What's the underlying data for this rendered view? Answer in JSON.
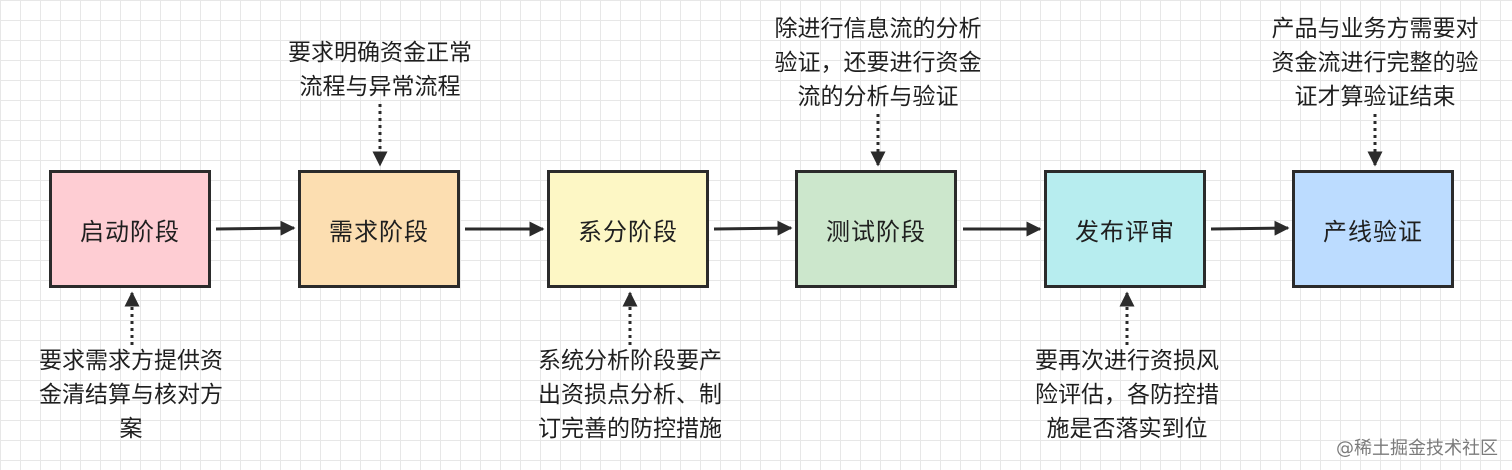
{
  "stages": [
    {
      "label": "启动阶段",
      "color": "#fecdd3"
    },
    {
      "label": "需求阶段",
      "color": "#fcdeb1"
    },
    {
      "label": "系分阶段",
      "color": "#fdf7c5"
    },
    {
      "label": "测试阶段",
      "color": "#cce7cc"
    },
    {
      "label": "发布评审",
      "color": "#b7edef"
    },
    {
      "label": "产线验证",
      "color": "#bcdcff"
    }
  ],
  "notes": {
    "stage1": [
      "要求需求方提供资",
      "金清结算与核对方",
      "案"
    ],
    "stage2": [
      "要求明确资金正常",
      "流程与异常流程"
    ],
    "stage3": [
      "系统分析阶段要产",
      "出资损点分析、制",
      "订完善的防控措施"
    ],
    "stage4": [
      "除进行信息流的分析",
      "验证，还要进行资金",
      "流的分析与验证"
    ],
    "stage5": [
      "要再次进行资损风",
      "险评估，各防控措",
      "施是否落实到位"
    ],
    "stage6": [
      "产品与业务方需要对",
      "资金流进行完整的验",
      "证才算验证结束"
    ]
  },
  "watermark": "@稀土掘金技术社区"
}
